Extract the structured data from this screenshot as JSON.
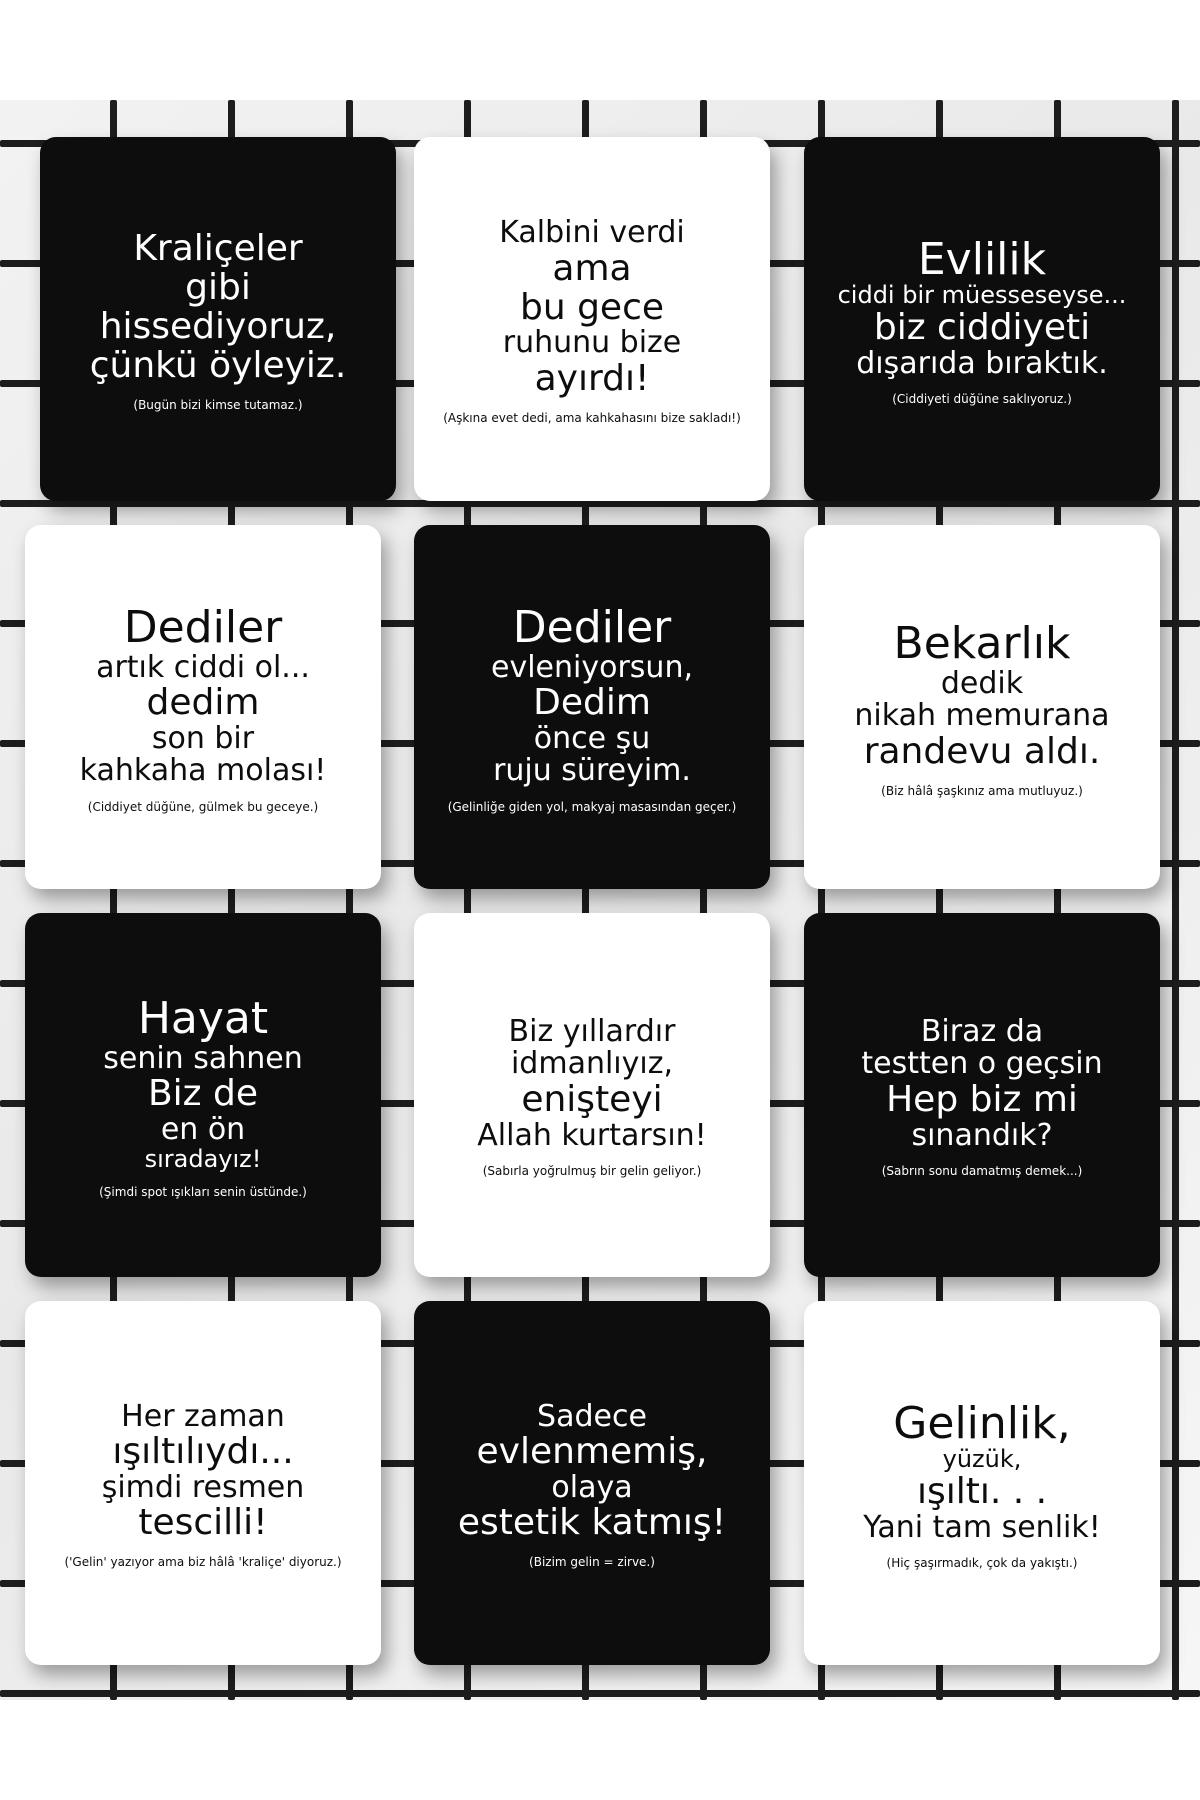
{
  "cards": [
    {
      "theme": "dark",
      "lines": [
        "Kraliçeler",
        "gibi",
        "hissediyoruz,",
        "çünkü öyleyiz."
      ],
      "sizes": [
        "l",
        "l",
        "l",
        "l"
      ],
      "note": "(Bugün bizi kimse tutamaz.)"
    },
    {
      "theme": "light",
      "lines": [
        "Kalbini verdi",
        "ama",
        "bu gece",
        "ruhunu bize",
        "ayırdı!"
      ],
      "sizes": [
        "m",
        "l",
        "l",
        "m",
        "l"
      ],
      "note": "(Aşkına evet dedi, ama kahkahasını bize sakladı!)"
    },
    {
      "theme": "dark",
      "lines": [
        "Evlilik",
        "ciddi bir müesseseyse...",
        "biz ciddiyeti",
        "dışarıda bıraktık."
      ],
      "sizes": [
        "xl",
        "s",
        "l",
        "m"
      ],
      "note": "(Ciddiyeti düğüne saklıyoruz.)"
    },
    {
      "theme": "light",
      "lines": [
        "Dediler",
        "artık ciddi ol...",
        "dedim",
        "son bir",
        "kahkaha molası!"
      ],
      "sizes": [
        "xl",
        "m",
        "l",
        "m",
        "m"
      ],
      "note": "(Ciddiyet düğüne, gülmek bu geceye.)"
    },
    {
      "theme": "dark",
      "lines": [
        "Dediler",
        "evleniyorsun,",
        "Dedim",
        "önce şu",
        "ruju süreyim."
      ],
      "sizes": [
        "xl",
        "m",
        "l",
        "m",
        "m"
      ],
      "note": "(Gelinliğe giden yol, makyaj masasından geçer.)"
    },
    {
      "theme": "light",
      "lines": [
        "Bekarlık",
        "dedik",
        "nikah memurana",
        "randevu aldı."
      ],
      "sizes": [
        "xl",
        "m",
        "m",
        "l"
      ],
      "note": "(Biz hâlâ şaşkınız ama mutluyuz.)"
    },
    {
      "theme": "dark",
      "lines": [
        "Hayat",
        "senin sahnen",
        "Biz de",
        "en ön",
        "sıradayız!"
      ],
      "sizes": [
        "xl",
        "m",
        "l",
        "m",
        "s"
      ],
      "note": "(Şimdi spot ışıkları senin üstünde.)"
    },
    {
      "theme": "light",
      "lines": [
        "Biz yıllardır",
        "idmanlıyız,",
        "enişteyi",
        "Allah kurtarsın!"
      ],
      "sizes": [
        "m",
        "m",
        "l",
        "m"
      ],
      "note": "(Sabırla yoğrulmuş bir gelin geliyor.)"
    },
    {
      "theme": "dark",
      "lines": [
        "Biraz da",
        "testten o geçsin",
        "Hep biz mi",
        "sınandık?"
      ],
      "sizes": [
        "m",
        "m",
        "l",
        "m"
      ],
      "note": "(Sabrın sonu damatmış demek...)"
    },
    {
      "theme": "light",
      "lines": [
        "Her zaman",
        "ışıltılıydı...",
        "şimdi resmen",
        "tescilli!"
      ],
      "sizes": [
        "m",
        "l",
        "m",
        "l"
      ],
      "note": "('Gelin' yazıyor ama biz hâlâ 'kraliçe' diyoruz.)"
    },
    {
      "theme": "dark",
      "lines": [
        "Sadece",
        "evlenmemiş,",
        "olaya",
        "estetik katmış!"
      ],
      "sizes": [
        "m",
        "l",
        "m",
        "l"
      ],
      "note": "(Bizim gelin = zirve.)"
    },
    {
      "theme": "light",
      "lines": [
        "Gelinlik,",
        "yüzük,",
        "ışıltı. . .",
        "Yani tam senlik!"
      ],
      "sizes": [
        "xl",
        "s",
        "l",
        "m"
      ],
      "note": "(Hiç şaşırmadık, çok da yakıştı.)"
    }
  ]
}
